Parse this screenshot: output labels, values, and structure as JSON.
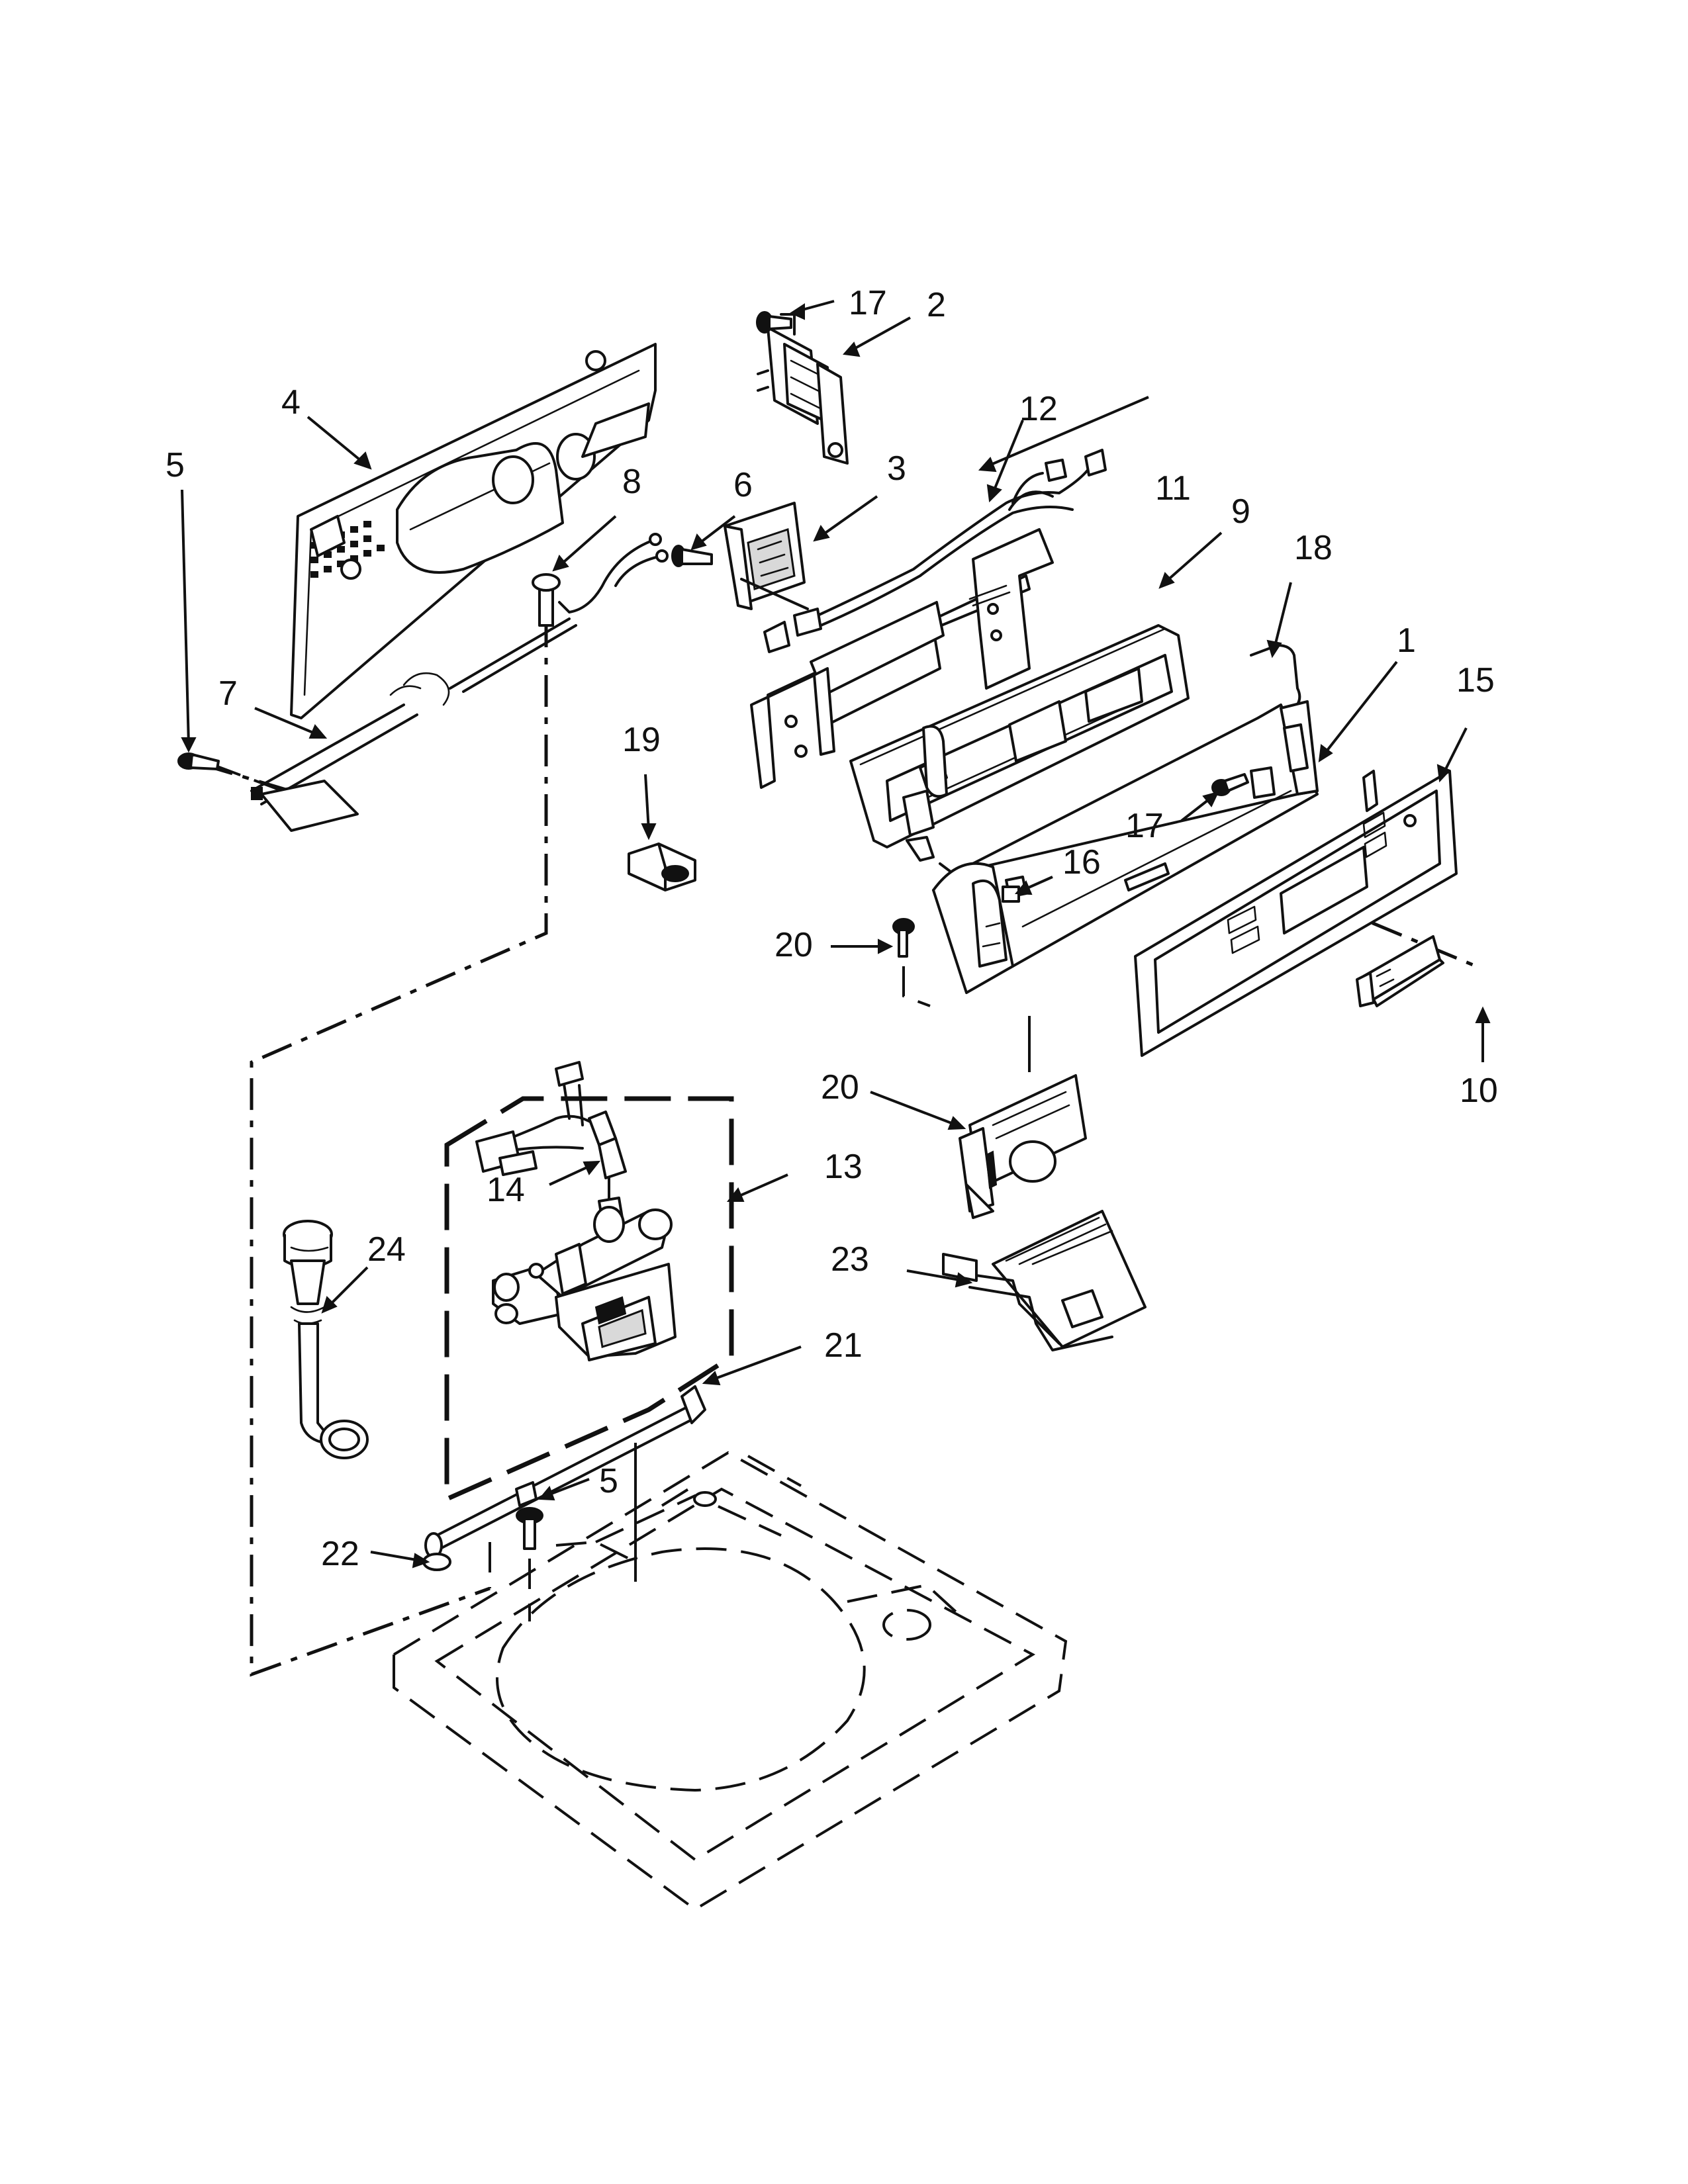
{
  "callouts": [
    {
      "id": "c17a",
      "text": "17"
    },
    {
      "id": "c2",
      "text": "2"
    },
    {
      "id": "c4",
      "text": "4"
    },
    {
      "id": "c12",
      "text": "12"
    },
    {
      "id": "c5a",
      "text": "5"
    },
    {
      "id": "c8",
      "text": "8"
    },
    {
      "id": "c6",
      "text": "6"
    },
    {
      "id": "c3",
      "text": "3"
    },
    {
      "id": "c11",
      "text": "11"
    },
    {
      "id": "c9",
      "text": "9"
    },
    {
      "id": "c18",
      "text": "18"
    },
    {
      "id": "c1",
      "text": "1"
    },
    {
      "id": "c15",
      "text": "15"
    },
    {
      "id": "c7",
      "text": "7"
    },
    {
      "id": "c19",
      "text": "19"
    },
    {
      "id": "c17b",
      "text": "17"
    },
    {
      "id": "c16",
      "text": "16"
    },
    {
      "id": "c20a",
      "text": "20"
    },
    {
      "id": "c10",
      "text": "10"
    },
    {
      "id": "c20b",
      "text": "20"
    },
    {
      "id": "c13",
      "text": "13"
    },
    {
      "id": "c14",
      "text": "14"
    },
    {
      "id": "c24",
      "text": "24"
    },
    {
      "id": "c23",
      "text": "23"
    },
    {
      "id": "c21",
      "text": "21"
    },
    {
      "id": "c5b",
      "text": "5"
    },
    {
      "id": "c22",
      "text": "22"
    }
  ]
}
